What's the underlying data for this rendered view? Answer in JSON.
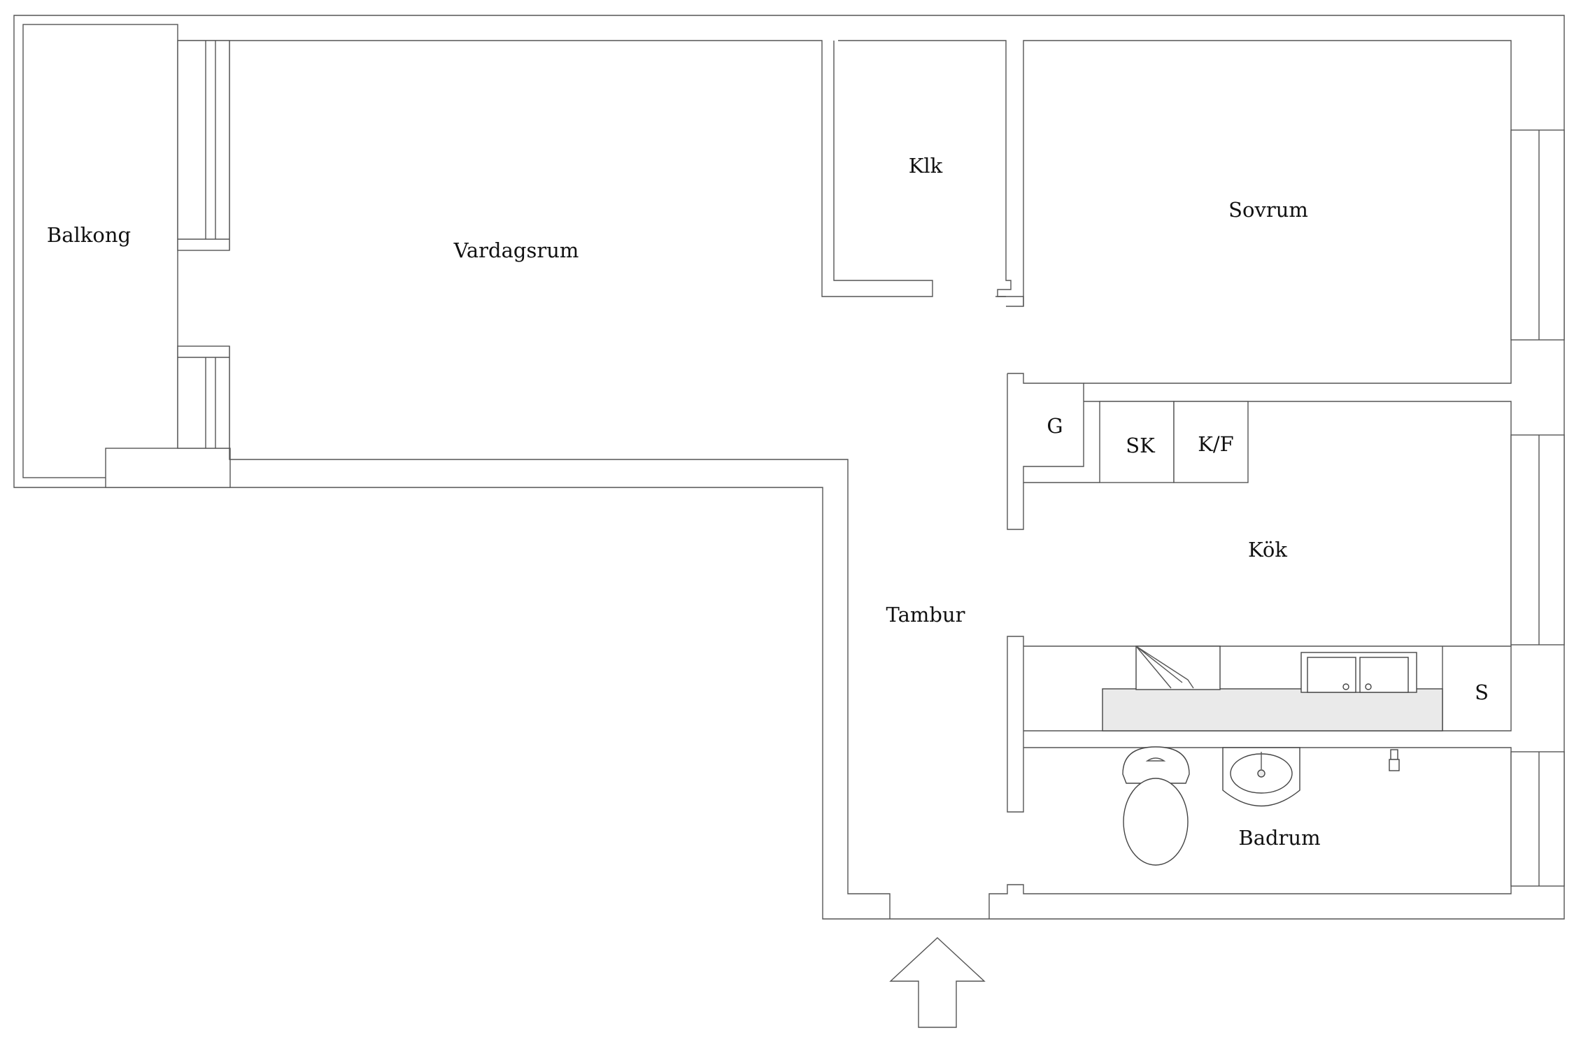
{
  "rooms": {
    "balkong": "Balkong",
    "vardagsrum": "Vardagsrum",
    "klk": "Klk",
    "sovrum": "Sovrum",
    "g": "G",
    "sk": "SK",
    "kf": "K/F",
    "kok": "Kök",
    "tambur": "Tambur",
    "s": "S",
    "badrum": "Badrum"
  },
  "entrance": {
    "icon": "arrow-up-icon"
  },
  "colors": {
    "wall_stroke": "#555555",
    "background": "#ffffff"
  }
}
